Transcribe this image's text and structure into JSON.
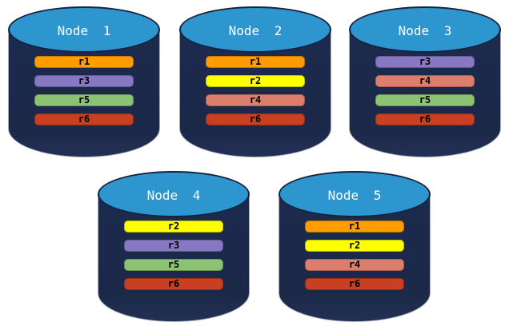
{
  "diagram": {
    "description": "Five database nodes with replicated partitions",
    "cylinder_style": {
      "body_color": "#1C2A4E",
      "top_color": "#2E96CE",
      "top_border_color": "#16233F",
      "title_color": "#FFFFFF",
      "outline_color": "#A9B0BD"
    },
    "replica_palette": {
      "r1": "#FF9C00",
      "r2": "#FFFF00",
      "r3": "#8878C3",
      "r4": "#DC7E6B",
      "r5": "#8CC373",
      "r6": "#C93F22"
    },
    "nodes": [
      {
        "title": "Node 1",
        "replicas": [
          {
            "label": "r1",
            "color": "#FF9C00"
          },
          {
            "label": "r3",
            "color": "#8878C3"
          },
          {
            "label": "r5",
            "color": "#8CC373"
          },
          {
            "label": "r6",
            "color": "#C93F22"
          }
        ]
      },
      {
        "title": "Node 2",
        "replicas": [
          {
            "label": "r1",
            "color": "#FF9C00"
          },
          {
            "label": "r2",
            "color": "#FFFF00"
          },
          {
            "label": "r4",
            "color": "#DC7E6B"
          },
          {
            "label": "r6",
            "color": "#C93F22"
          }
        ]
      },
      {
        "title": "Node 3",
        "replicas": [
          {
            "label": "r3",
            "color": "#8878C3"
          },
          {
            "label": "r4",
            "color": "#DC7E6B"
          },
          {
            "label": "r5",
            "color": "#8CC373"
          },
          {
            "label": "r6",
            "color": "#C93F22"
          }
        ]
      },
      {
        "title": "Node 4",
        "replicas": [
          {
            "label": "r2",
            "color": "#FFFF00"
          },
          {
            "label": "r3",
            "color": "#8878C3"
          },
          {
            "label": "r5",
            "color": "#8CC373"
          },
          {
            "label": "r6",
            "color": "#C93F22"
          }
        ]
      },
      {
        "title": "Node 5",
        "replicas": [
          {
            "label": "r1",
            "color": "#FF9C00"
          },
          {
            "label": "r2",
            "color": "#FFFF00"
          },
          {
            "label": "r4",
            "color": "#DC7E6B"
          },
          {
            "label": "r6",
            "color": "#C93F22"
          }
        ]
      }
    ]
  }
}
